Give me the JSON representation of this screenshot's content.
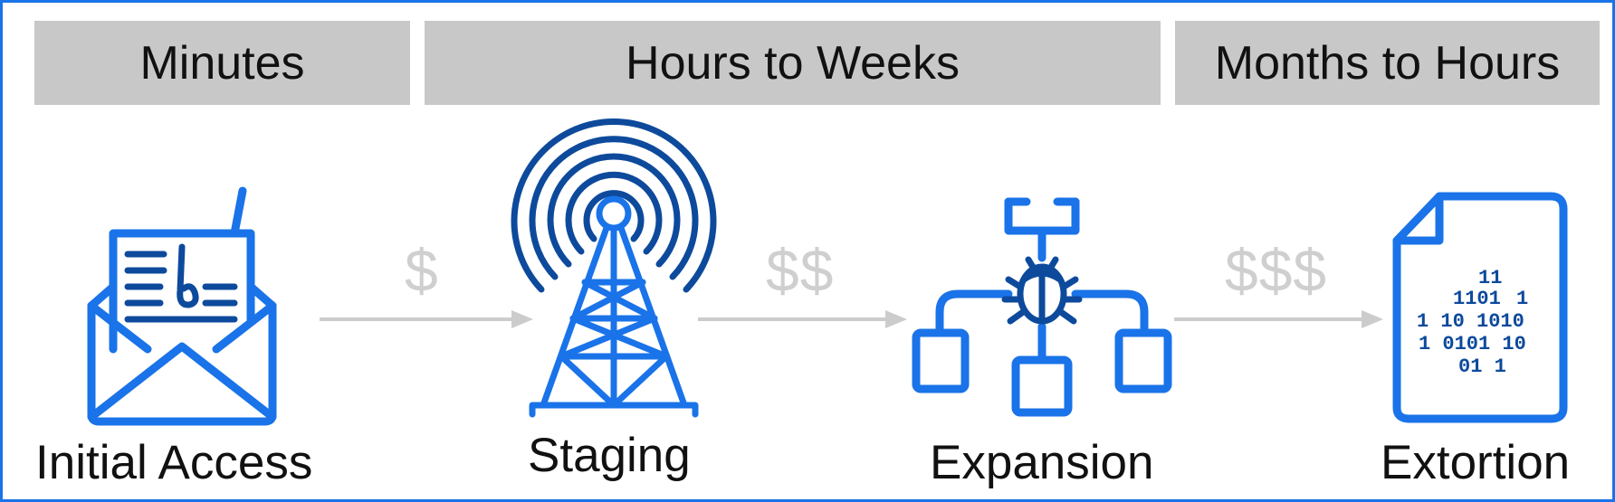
{
  "timeline": {
    "phases": [
      {
        "label": "Minutes"
      },
      {
        "label": "Hours to Weeks"
      },
      {
        "label": "Months to Hours"
      }
    ]
  },
  "stages": [
    {
      "label": "Initial Access",
      "icon": "email-phishing-icon"
    },
    {
      "label": "Staging",
      "icon": "radio-tower-icon"
    },
    {
      "label": "Expansion",
      "icon": "network-bug-icon"
    },
    {
      "label": "Extortion",
      "icon": "binary-document-icon"
    }
  ],
  "transitions": [
    {
      "cost": "$"
    },
    {
      "cost": "$$"
    },
    {
      "cost": "$$$"
    }
  ],
  "colors": {
    "accent": "#1a73e8",
    "dark_accent": "#0d4a9c",
    "phase_fill": "#c8c8c8",
    "arrow": "#cccccc",
    "cost_text": "#cfcfcf"
  }
}
